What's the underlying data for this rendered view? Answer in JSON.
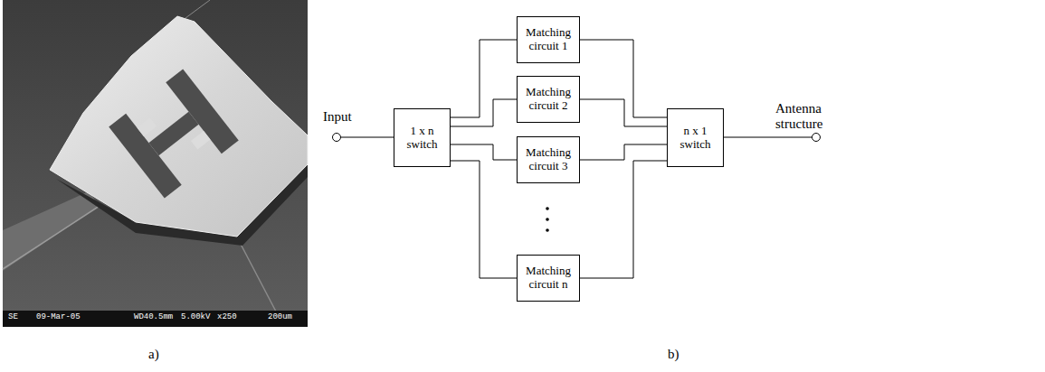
{
  "diagram": {
    "nodes": [
      {
        "text": [
          "1 x n switch"
        ]
      },
      {
        "text": [
          "Matching circuit 1"
        ]
      },
      {
        "text": [
          "Matching circuit 2"
        ]
      },
      {
        "text": [
          "Matching circuit 3"
        ]
      },
      {
        "text": [
          "Matching circuit n"
        ]
      },
      {
        "text": [
          "n x 1 switch"
        ]
      }
    ],
    "edges": [
      {
        "from": 0,
        "to": 1,
        "arrow": "none"
      },
      {
        "from": 0,
        "to": 2,
        "arrow": "none"
      },
      {
        "from": 0,
        "to": 3,
        "arrow": "none"
      },
      {
        "from": 0,
        "to": 4,
        "arrow": "none"
      },
      {
        "from": 1,
        "to": 5,
        "arrow": "none"
      },
      {
        "from": 2,
        "to": 5,
        "arrow": "none"
      },
      {
        "from": 3,
        "to": 5,
        "arrow": "none"
      },
      {
        "from": 4,
        "to": 5,
        "arrow": "none"
      }
    ],
    "labels": [
      "SE",
      "09-Mar-05",
      "WD40.5mm",
      "5.00kV",
      "x250",
      "200um",
      "a)",
      "Input",
      "Antenna structure",
      "b)"
    ]
  }
}
